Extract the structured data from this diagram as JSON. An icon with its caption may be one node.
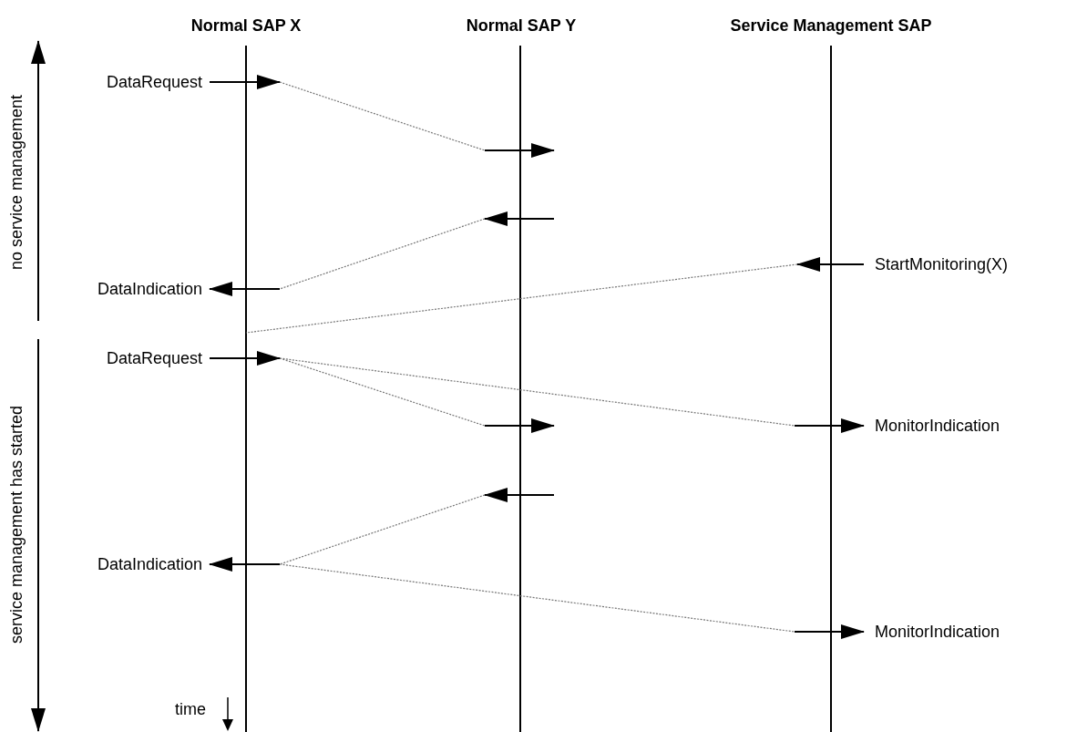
{
  "diagram": {
    "nodes": [
      {
        "text": [
          "Normal SAP X"
        ]
      },
      {
        "text": [
          "Normal SAP Y"
        ]
      },
      {
        "text": [
          "Service Management SAP"
        ]
      },
      {
        "text": [
          "DataRequest"
        ]
      },
      {
        "text": [
          "DataIndication"
        ]
      },
      {
        "text": [
          "StartMonitoring(X)"
        ]
      },
      {
        "text": [
          "DataRequest"
        ]
      },
      {
        "text": [
          "MonitorIndication"
        ]
      },
      {
        "text": [
          "DataIndication"
        ]
      },
      {
        "text": [
          "MonitorIndication"
        ]
      }
    ],
    "edges": [
      {
        "from": 3,
        "to": null,
        "arrow": "to"
      },
      {
        "from": null,
        "to": 4,
        "arrow": "to"
      },
      {
        "from": 5,
        "to": null,
        "arrow": "to"
      },
      {
        "from": 6,
        "to": null,
        "arrow": "to"
      },
      {
        "from": null,
        "to": 7,
        "arrow": "to"
      },
      {
        "from": null,
        "to": 8,
        "arrow": "to"
      },
      {
        "from": null,
        "to": 9,
        "arrow": "to"
      }
    ],
    "labels": [
      "no service management",
      "service management has started",
      "time"
    ]
  }
}
